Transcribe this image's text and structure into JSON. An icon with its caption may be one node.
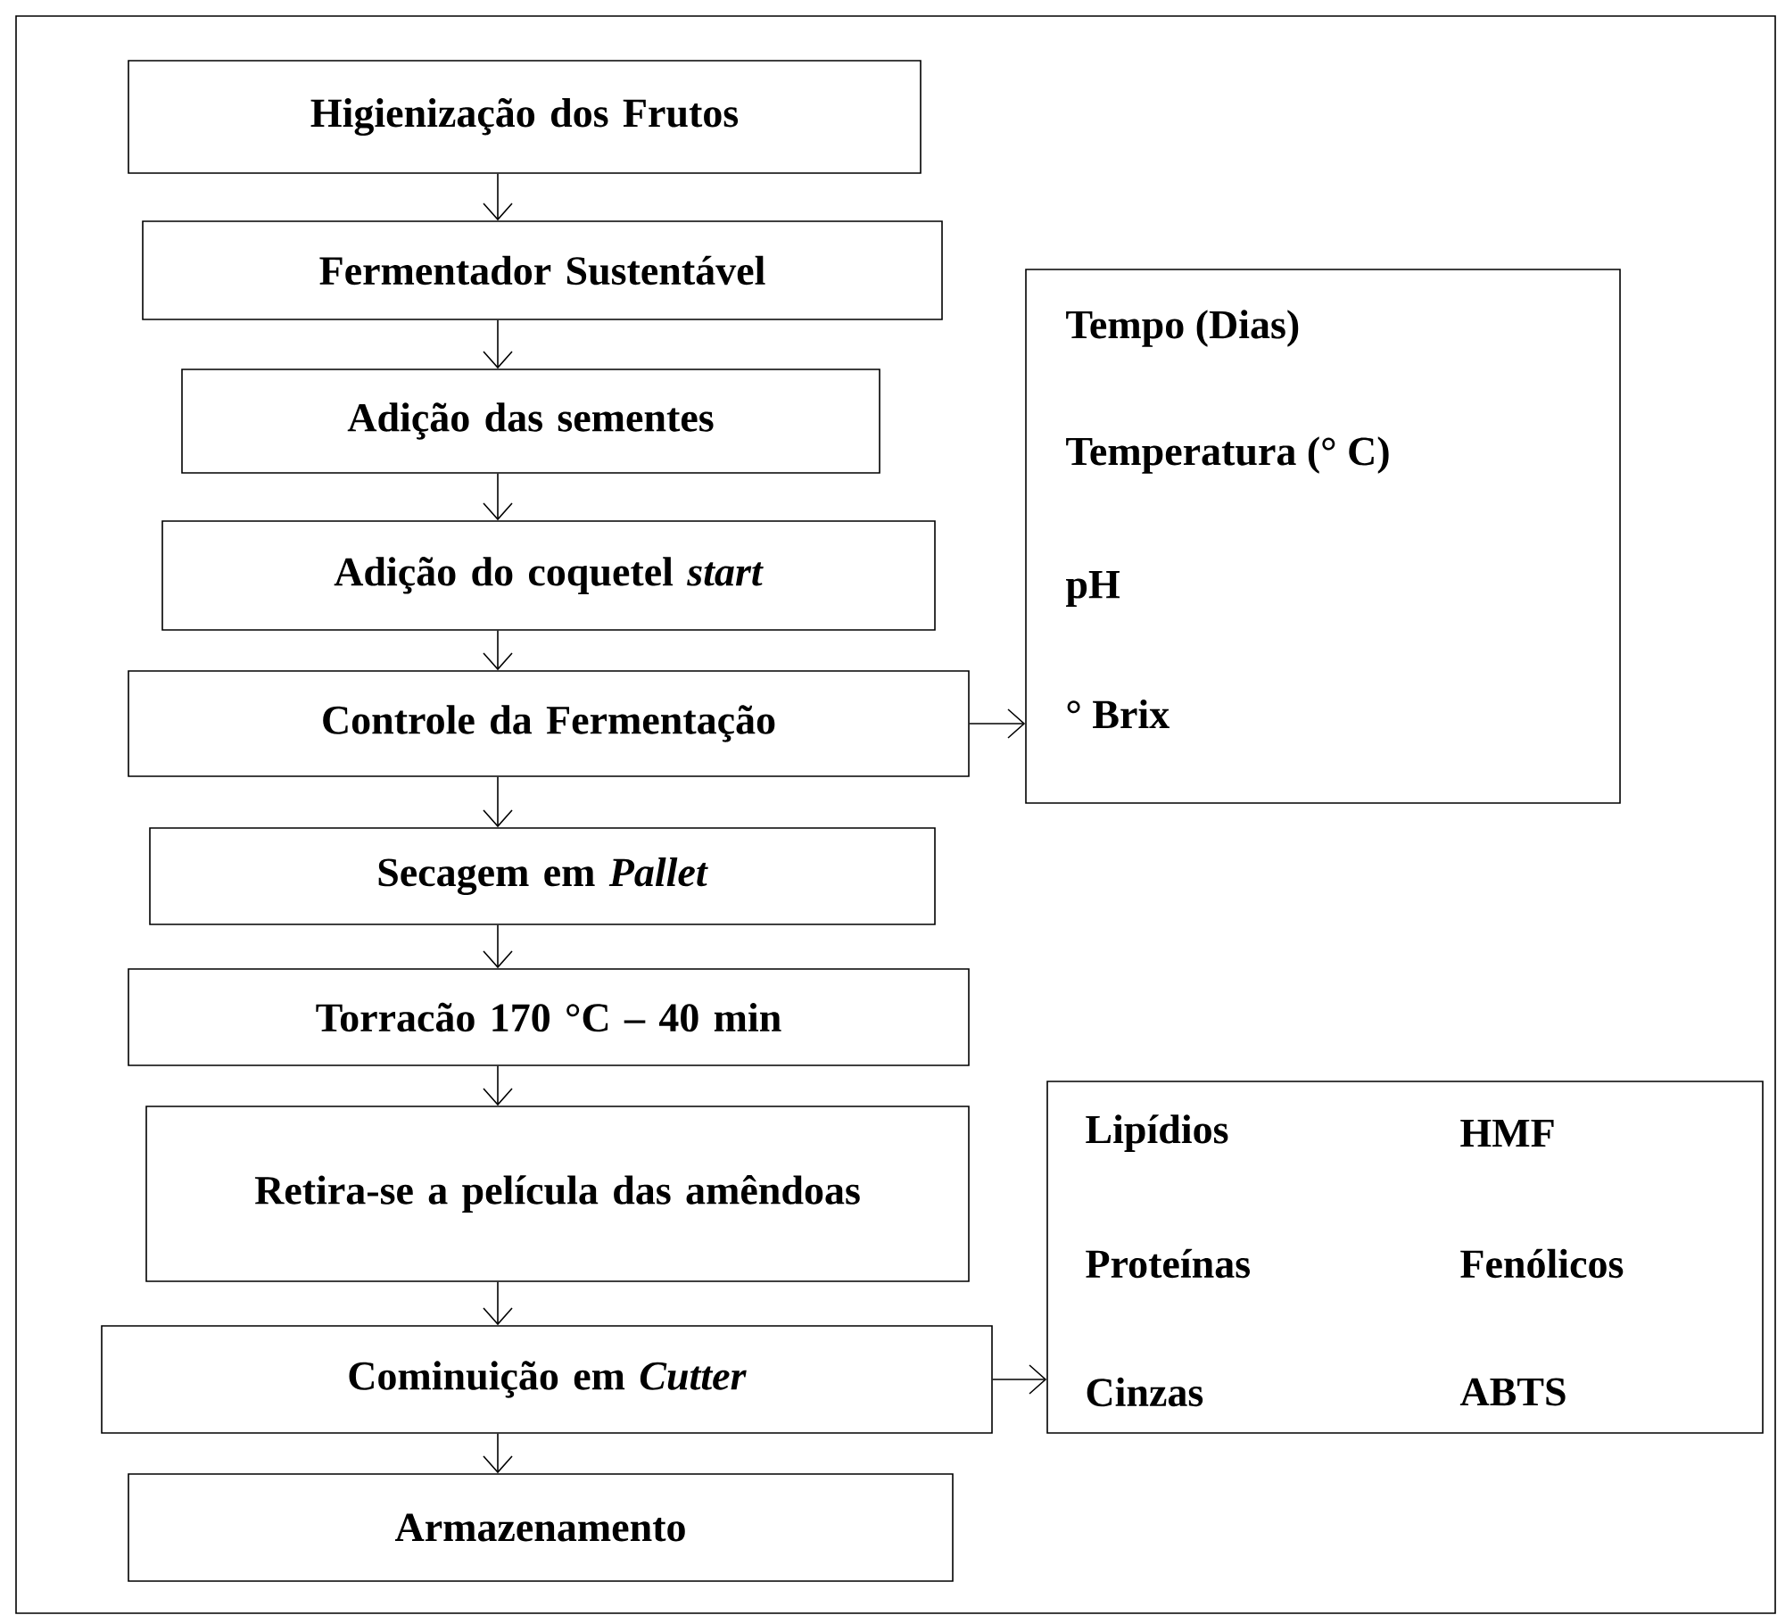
{
  "diagram": {
    "nodes": [
      {
        "text": [
          "Higienização dos Frutos"
        ]
      },
      {
        "text": [
          "Fermentador Sustentável"
        ]
      },
      {
        "text": [
          "Adição das sementes"
        ]
      },
      {
        "text": [
          "Adição do coquetel *start*"
        ]
      },
      {
        "text": [
          "Controle da Fermentação"
        ]
      },
      {
        "text": [
          "Secagem em *Pallet*"
        ]
      },
      {
        "text": [
          "Torracão 170 °C – 40 min"
        ]
      },
      {
        "text": [
          "Retira-se a película das amêndoas"
        ]
      },
      {
        "text": [
          "Cominuição em *Cutter*"
        ]
      },
      {
        "text": [
          "Armazenamento"
        ]
      },
      {
        "text": [
          "Tempo (Dias)",
          "Temperatura (° C)",
          "pH",
          "° Brix"
        ]
      },
      {
        "text": [
          "Lipídios",
          "HMF",
          "Proteínas",
          "Fenólicos",
          "Cinzas",
          "ABTS"
        ]
      }
    ],
    "edges": [
      {
        "from": 0,
        "to": 1,
        "arrow": "to"
      },
      {
        "from": 1,
        "to": 2,
        "arrow": "to"
      },
      {
        "from": 2,
        "to": 3,
        "arrow": "to"
      },
      {
        "from": 3,
        "to": 4,
        "arrow": "to"
      },
      {
        "from": 4,
        "to": 5,
        "arrow": "to"
      },
      {
        "from": 5,
        "to": 6,
        "arrow": "to"
      },
      {
        "from": 6,
        "to": 7,
        "arrow": "to"
      },
      {
        "from": 7,
        "to": 8,
        "arrow": "to"
      },
      {
        "from": 8,
        "to": 9,
        "arrow": "to"
      },
      {
        "from": 4,
        "to": 10,
        "arrow": "to"
      },
      {
        "from": 8,
        "to": 11,
        "arrow": "to"
      }
    ]
  }
}
